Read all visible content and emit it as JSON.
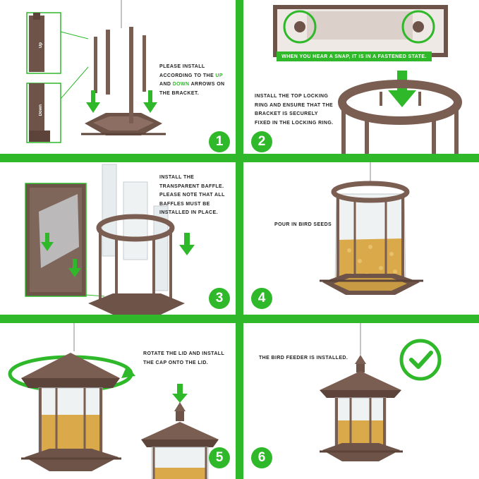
{
  "colors": {
    "accent": "#2fb82a",
    "feeder": "#7b5e52",
    "seed": "#d9a94a"
  },
  "steps": [
    {
      "number": "1",
      "caption_a": "PLEASE INSTALL ACCORDING TO THE ",
      "caption_up": "UP",
      "caption_b": " AND ",
      "caption_down": "DOWN",
      "caption_c": " ARROWS ON THE BRACKET.",
      "tag_up": "Up",
      "tag_down": "Down"
    },
    {
      "number": "2",
      "banner": "WHEN YOU HEAR A SNAP, IT IS IN A FASTENED STATE.",
      "caption": "INSTALL THE TOP LOCKING RING AND ENSURE THAT THE BRACKET IS SECURELY FIXED IN THE LOCKING RING."
    },
    {
      "number": "3",
      "caption": "INSTALL THE TRANSPARENT BAFFLE. PLEASE NOTE THAT ALL BAFFLES MUST BE INSTALLED IN PLACE."
    },
    {
      "number": "4",
      "caption": "POUR IN BIRD SEEDS"
    },
    {
      "number": "5",
      "caption": "ROTATE THE LID AND INSTALL THE CAP ONTO THE LID."
    },
    {
      "number": "6",
      "caption": "THE BIRD FEEDER IS INSTALLED.",
      "check_icon": "checkmark-circle-icon"
    }
  ]
}
